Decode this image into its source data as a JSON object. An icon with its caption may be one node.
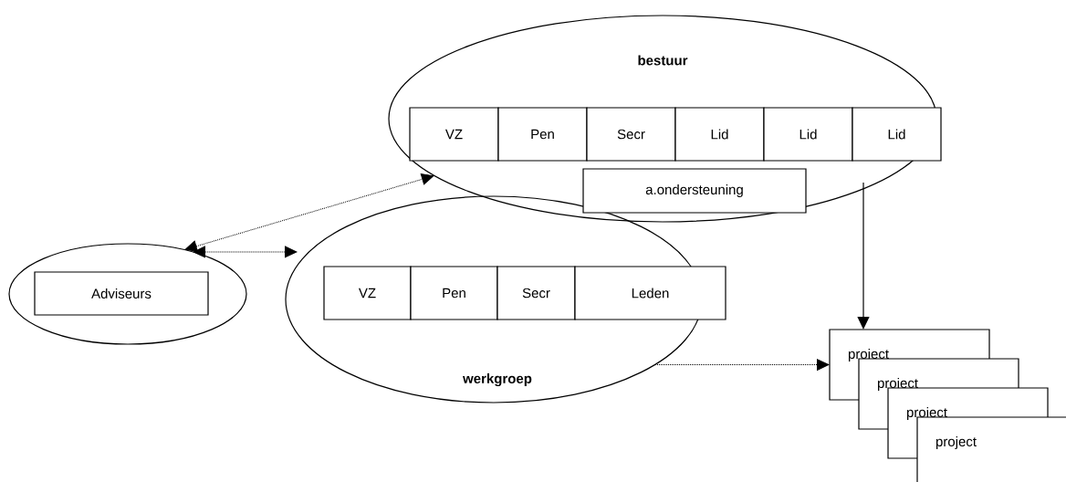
{
  "diagram": {
    "nodes": [
      {
        "text": [
          "bestuur"
        ]
      },
      {
        "text": [
          "VZ"
        ],
        "in": 0
      },
      {
        "text": [
          "Pen"
        ],
        "in": 0
      },
      {
        "text": [
          "Secr"
        ],
        "in": 0
      },
      {
        "text": [
          "Lid"
        ],
        "in": 0
      },
      {
        "text": [
          "Lid"
        ],
        "in": 0
      },
      {
        "text": [
          "Lid"
        ],
        "in": 0
      },
      {
        "text": [
          "a.ondersteuning"
        ],
        "in": 0
      },
      {
        "text": [],
        "shape": "ellipse"
      },
      {
        "text": [
          "Adviseurs"
        ],
        "in": 8
      },
      {
        "text": [
          "werkgroep"
        ]
      },
      {
        "text": [
          "VZ"
        ],
        "in": 10
      },
      {
        "text": [
          "Pen"
        ],
        "in": 10
      },
      {
        "text": [
          "Secr"
        ],
        "in": 10
      },
      {
        "text": [
          "Leden"
        ],
        "in": 10
      },
      {
        "text": [
          "project"
        ]
      },
      {
        "text": [
          "project"
        ]
      },
      {
        "text": [
          "project"
        ]
      },
      {
        "text": [
          "project"
        ]
      }
    ],
    "edges": [
      {
        "from": 8,
        "to": 0,
        "arrow": "both",
        "style": "dashed"
      },
      {
        "from": 8,
        "to": 10,
        "arrow": "both",
        "style": "dashed"
      },
      {
        "from": 0,
        "to": 15,
        "arrow": "to"
      },
      {
        "from": 10,
        "to": 15,
        "arrow": "to",
        "style": "dashed"
      }
    ]
  }
}
